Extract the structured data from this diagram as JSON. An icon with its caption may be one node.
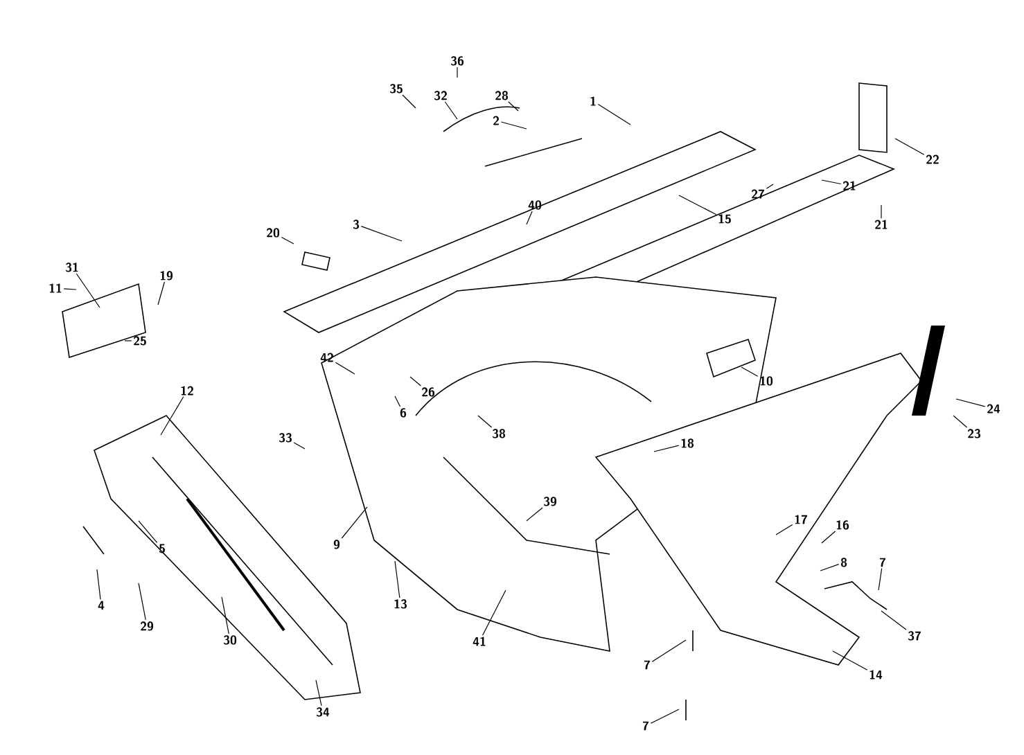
{
  "diagram": {
    "nodes": [
      {
        "text": [
          "36"
        ]
      },
      {
        "text": [
          "35"
        ]
      },
      {
        "text": [
          "32"
        ]
      },
      {
        "text": [
          "28"
        ]
      },
      {
        "text": [
          "2"
        ]
      },
      {
        "text": [
          "1"
        ]
      },
      {
        "text": [
          "22"
        ]
      },
      {
        "text": [
          "27"
        ]
      },
      {
        "text": [
          "21"
        ]
      },
      {
        "text": [
          "21"
        ]
      },
      {
        "text": [
          "3"
        ]
      },
      {
        "text": [
          "40"
        ]
      },
      {
        "text": [
          "15"
        ]
      },
      {
        "text": [
          "20"
        ]
      },
      {
        "text": [
          "31"
        ]
      },
      {
        "text": [
          "11"
        ]
      },
      {
        "text": [
          "19"
        ]
      },
      {
        "text": [
          "25"
        ]
      },
      {
        "text": [
          "42"
        ]
      },
      {
        "text": [
          "26"
        ]
      },
      {
        "text": [
          "6"
        ]
      },
      {
        "text": [
          "12"
        ]
      },
      {
        "text": [
          "33"
        ]
      },
      {
        "text": [
          "38"
        ]
      },
      {
        "text": [
          "10"
        ]
      },
      {
        "text": [
          "18"
        ]
      },
      {
        "text": [
          "24"
        ]
      },
      {
        "text": [
          "23"
        ]
      },
      {
        "text": [
          "9"
        ]
      },
      {
        "text": [
          "39"
        ]
      },
      {
        "text": [
          "17"
        ]
      },
      {
        "text": [
          "16"
        ]
      },
      {
        "text": [
          "8"
        ]
      },
      {
        "text": [
          "7"
        ]
      },
      {
        "text": [
          "5"
        ]
      },
      {
        "text": [
          "13"
        ]
      },
      {
        "text": [
          "41"
        ]
      },
      {
        "text": [
          "37"
        ]
      },
      {
        "text": [
          "4"
        ]
      },
      {
        "text": [
          "29"
        ]
      },
      {
        "text": [
          "30"
        ]
      },
      {
        "text": [
          "34"
        ]
      },
      {
        "text": [
          "7"
        ]
      },
      {
        "text": [
          "14"
        ]
      },
      {
        "text": [
          "7"
        ]
      }
    ],
    "edges": [
      {
        "from": 0,
        "to": null,
        "arrow": "none"
      },
      {
        "from": 1,
        "to": null,
        "arrow": "none"
      },
      {
        "from": 2,
        "to": null,
        "arrow": "none"
      },
      {
        "from": 3,
        "to": null,
        "arrow": "none"
      },
      {
        "from": 4,
        "to": null,
        "arrow": "none"
      },
      {
        "from": 5,
        "to": null,
        "arrow": "none"
      },
      {
        "from": 6,
        "to": null,
        "arrow": "none"
      },
      {
        "from": 7,
        "to": null,
        "arrow": "none"
      },
      {
        "from": 8,
        "to": null,
        "arrow": "none"
      },
      {
        "from": 9,
        "to": null,
        "arrow": "none"
      },
      {
        "from": 10,
        "to": null,
        "arrow": "none"
      },
      {
        "from": 11,
        "to": null,
        "arrow": "none"
      },
      {
        "from": 12,
        "to": null,
        "arrow": "none"
      },
      {
        "from": 13,
        "to": null,
        "arrow": "none"
      },
      {
        "from": 14,
        "to": null,
        "arrow": "none"
      },
      {
        "from": 15,
        "to": null,
        "arrow": "none"
      },
      {
        "from": 16,
        "to": null,
        "arrow": "none"
      },
      {
        "from": 17,
        "to": null,
        "arrow": "none"
      },
      {
        "from": 18,
        "to": null,
        "arrow": "none"
      },
      {
        "from": 19,
        "to": null,
        "arrow": "none"
      },
      {
        "from": 20,
        "to": null,
        "arrow": "none"
      },
      {
        "from": 21,
        "to": null,
        "arrow": "none"
      },
      {
        "from": 22,
        "to": null,
        "arrow": "none"
      },
      {
        "from": 23,
        "to": null,
        "arrow": "none"
      },
      {
        "from": 24,
        "to": null,
        "arrow": "none"
      },
      {
        "from": 25,
        "to": null,
        "arrow": "none"
      },
      {
        "from": 26,
        "to": null,
        "arrow": "none"
      },
      {
        "from": 27,
        "to": null,
        "arrow": "none"
      },
      {
        "from": 28,
        "to": null,
        "arrow": "none"
      },
      {
        "from": 29,
        "to": null,
        "arrow": "none"
      },
      {
        "from": 30,
        "to": null,
        "arrow": "none"
      },
      {
        "from": 31,
        "to": null,
        "arrow": "none"
      },
      {
        "from": 32,
        "to": null,
        "arrow": "none"
      },
      {
        "from": 33,
        "to": null,
        "arrow": "none"
      },
      {
        "from": 34,
        "to": null,
        "arrow": "none"
      },
      {
        "from": 35,
        "to": null,
        "arrow": "none"
      },
      {
        "from": 36,
        "to": null,
        "arrow": "none"
      },
      {
        "from": 37,
        "to": null,
        "arrow": "none"
      },
      {
        "from": 38,
        "to": null,
        "arrow": "none"
      },
      {
        "from": 39,
        "to": null,
        "arrow": "none"
      },
      {
        "from": 40,
        "to": null,
        "arrow": "none"
      },
      {
        "from": 41,
        "to": null,
        "arrow": "none"
      },
      {
        "from": 42,
        "to": null,
        "arrow": "none"
      },
      {
        "from": 43,
        "to": null,
        "arrow": "none"
      },
      {
        "from": 44,
        "to": null,
        "arrow": "none"
      }
    ]
  }
}
